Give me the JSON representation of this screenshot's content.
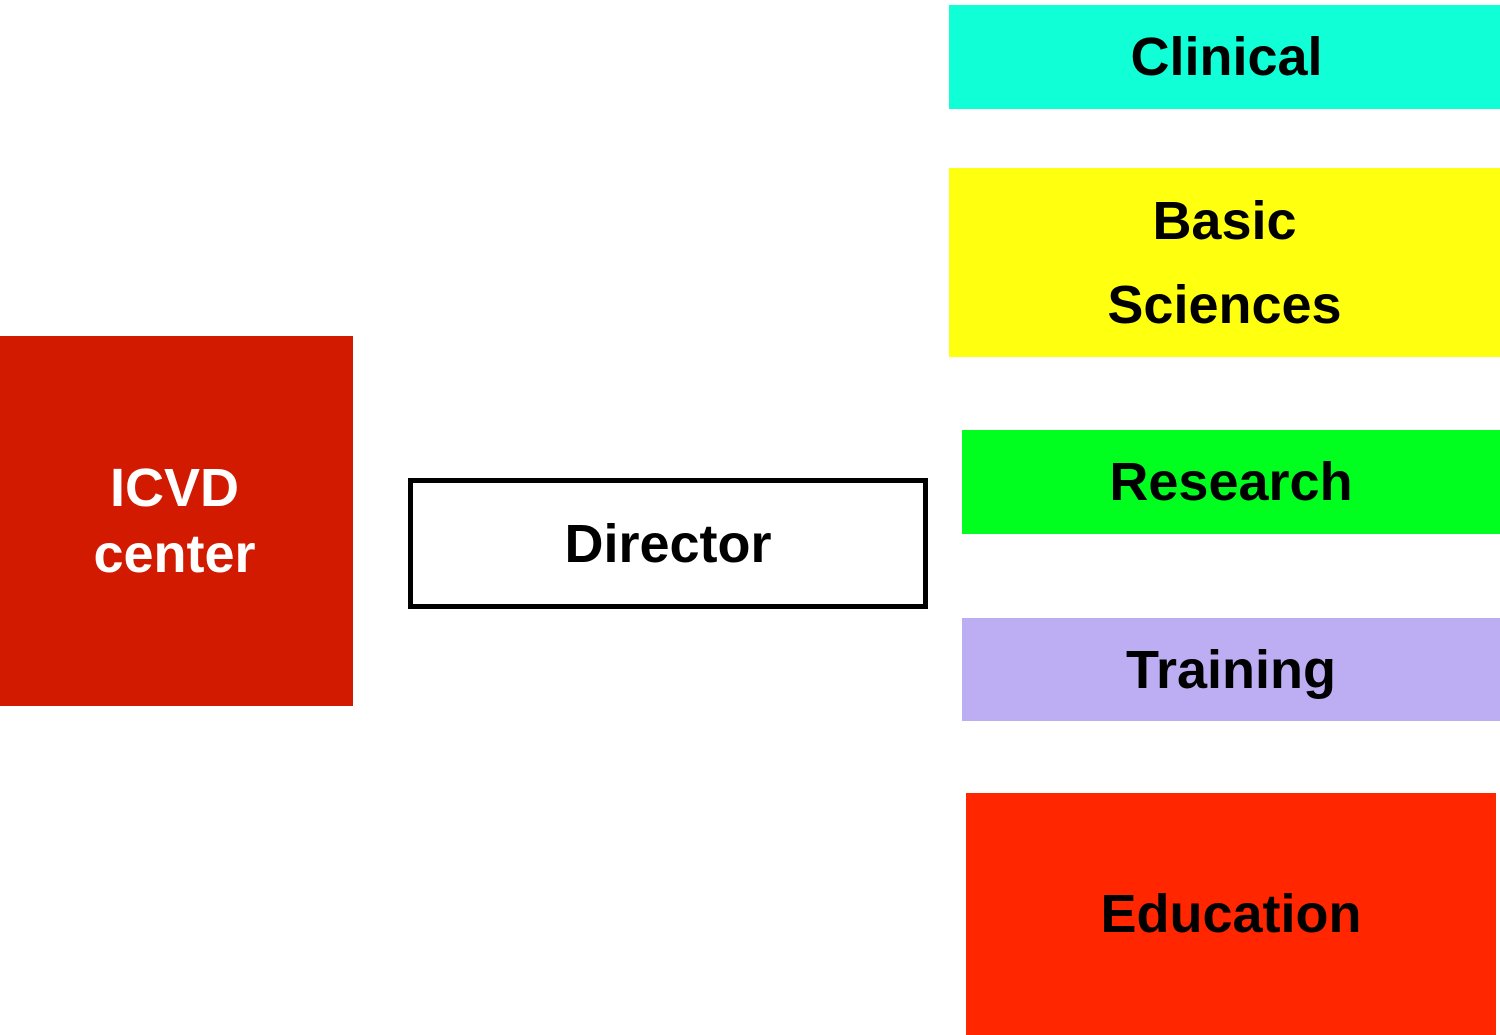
{
  "center": {
    "line1": "ICVD",
    "line2": "center",
    "color": "#d11a00"
  },
  "director": {
    "label": "Director"
  },
  "divisions": {
    "clinical": {
      "label": "Clinical",
      "color": "#10ffd6"
    },
    "basic_sciences": {
      "line1": "Basic",
      "line2": "Sciences",
      "color": "#ffff10"
    },
    "research": {
      "label": "Research",
      "color": "#00ff1e"
    },
    "training": {
      "label": "Training",
      "color": "#bdaef3"
    },
    "education": {
      "label": "Education",
      "color": "#ff2600"
    }
  }
}
